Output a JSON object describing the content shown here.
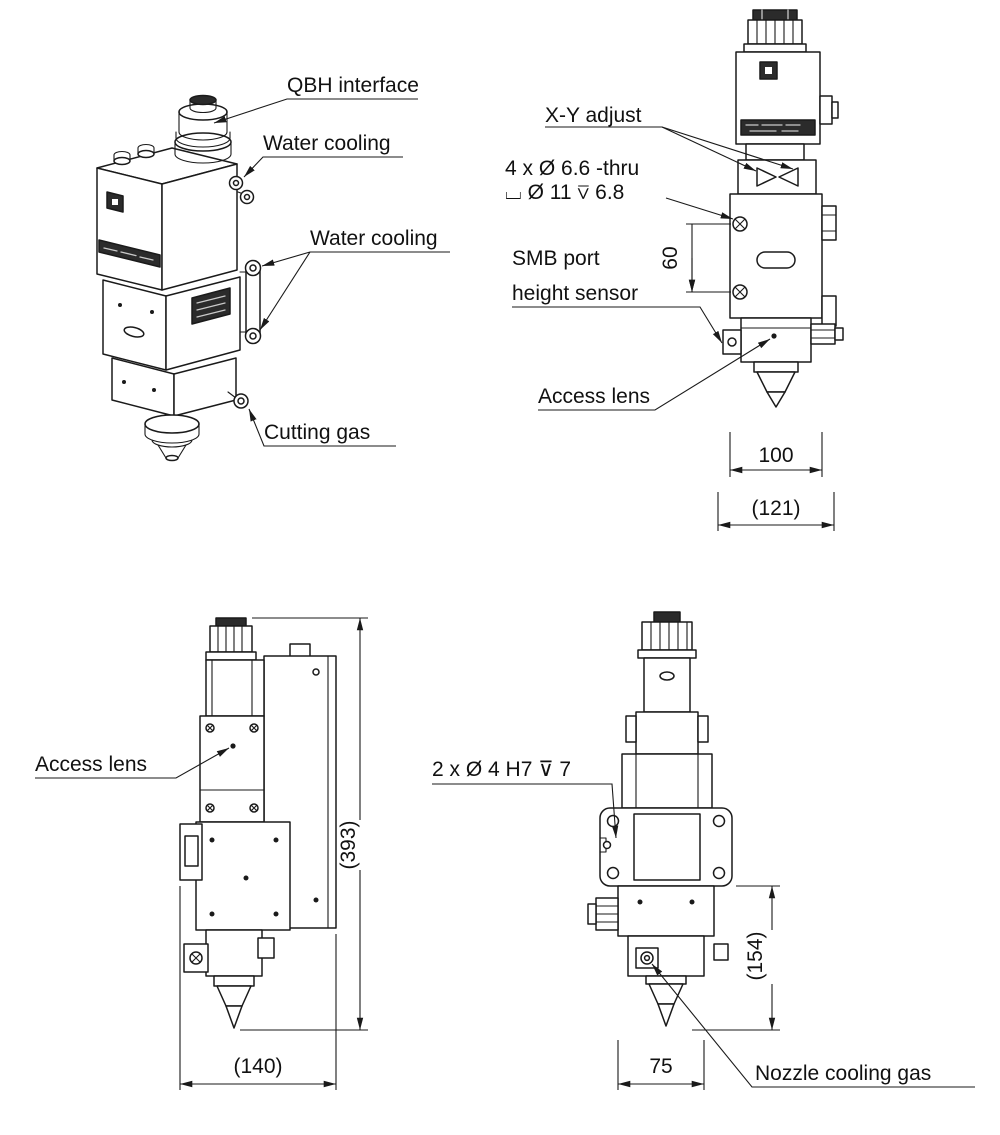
{
  "iso_view": {
    "labels": {
      "qbh_interface": "QBH interface",
      "water_cooling_upper": "Water cooling",
      "water_cooling_lower": "Water cooling",
      "cutting_gas": "Cutting gas"
    }
  },
  "front_view": {
    "labels": {
      "xy_adjust": "X-Y adjust",
      "mounting_hole_callout_line1": "4 x Ø 6.6 -thru",
      "mounting_hole_callout_line2": "⌴ Ø  11 ⊽ 6.8",
      "smb_port_line1": "SMB port",
      "smb_port_line2": "height sensor",
      "access_lens": "Access lens"
    },
    "dimensions": {
      "hole_spacing": "60",
      "body_width": "100",
      "overall_width": "(121)"
    }
  },
  "side_view": {
    "labels": {
      "access_lens": "Access lens"
    },
    "dimensions": {
      "overall_height": "(393)",
      "overall_depth": "(140)"
    }
  },
  "rear_view": {
    "labels": {
      "pin_hole_callout": "2 x Ø 4  H7 ⊽ 7",
      "nozzle_cooling_gas": "Nozzle cooling gas"
    },
    "dimensions": {
      "lower_section_height": "(154)",
      "nozzle_body_width": "75"
    }
  }
}
